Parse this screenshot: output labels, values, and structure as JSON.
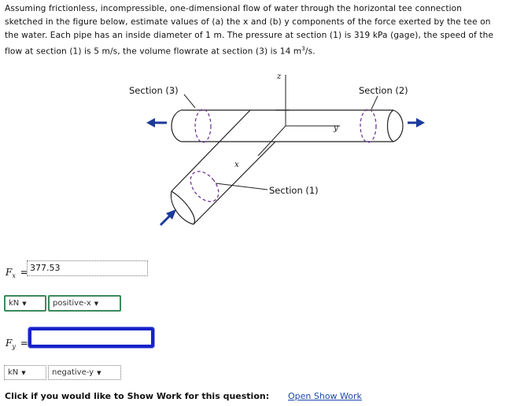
{
  "problem": {
    "line1": "Assuming frictionless, incompressible, one-dimensional flow of water through the horizontal tee connection",
    "line2": "sketched in the figure below, estimate values of (a) the x and (b) y components of the force exerted by the tee on",
    "line3": "the water. Each pipe has an inside diameter of 1 m. The pressure at section (1) is 319 kPa (gage), the speed of the",
    "line4_prefix": "flow at section (1) is 5 m/s, the volume flowrate at section (3) is 14 m",
    "line4_exp": "3",
    "line4_suffix": "/s."
  },
  "figure": {
    "section3": "Section (3)",
    "section2": "Section (2)",
    "section1": "Section (1)",
    "axis_z": "z",
    "axis_y": "y",
    "axis_x": "x",
    "pipe_color": "#222222",
    "section_dash_color": "#6a2a8c",
    "arrow_color": "#1b3a9a"
  },
  "fx": {
    "label_main": "F",
    "label_sub": "x",
    "equals": "=",
    "value": "377.53",
    "unit": "kN",
    "direction": "positive-x"
  },
  "fy": {
    "label_main": "F",
    "label_sub": "y",
    "equals": "=",
    "value": "",
    "unit": "kN",
    "direction": "negative-y"
  },
  "footer": {
    "prompt": "Click if you would like to Show Work for this question:",
    "link": "Open Show Work"
  }
}
